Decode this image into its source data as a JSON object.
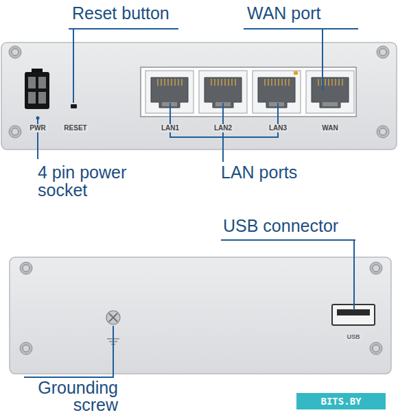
{
  "diagram": {
    "labels": [
      "Reset button",
      "WAN port",
      "PWR",
      "RESET",
      "LAN1",
      "LAN2",
      "LAN3",
      "WAN",
      "4 pin power socket",
      "LAN ports",
      "USB connector",
      "USB",
      "Grounding screw",
      "BITS.BY"
    ]
  }
}
